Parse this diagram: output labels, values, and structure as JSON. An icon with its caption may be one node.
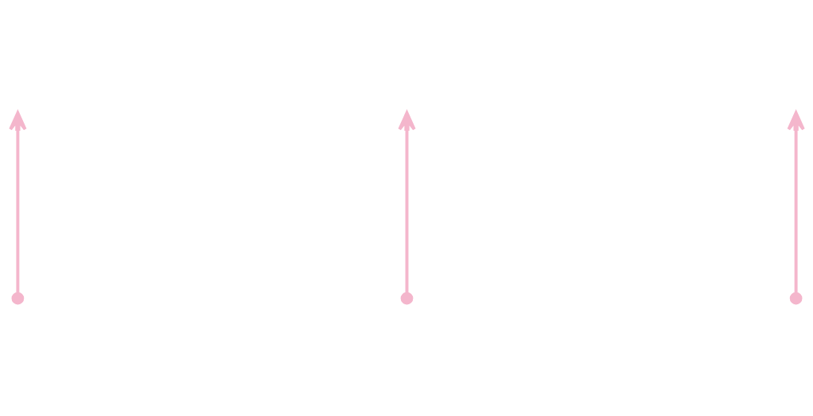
{
  "diagram": {
    "nodes": [
      {
        "text": [],
        "shape": "circle"
      },
      {
        "text": [],
        "shape": "circle"
      },
      {
        "text": [],
        "shape": "circle"
      }
    ],
    "edges": [
      {
        "from": 0,
        "to": null,
        "arrow": "to",
        "color": "#f4b6cc"
      },
      {
        "from": 1,
        "to": null,
        "arrow": "to",
        "color": "#f4b6cc"
      },
      {
        "from": 2,
        "to": null,
        "arrow": "to",
        "color": "#f4b6cc"
      }
    ]
  }
}
